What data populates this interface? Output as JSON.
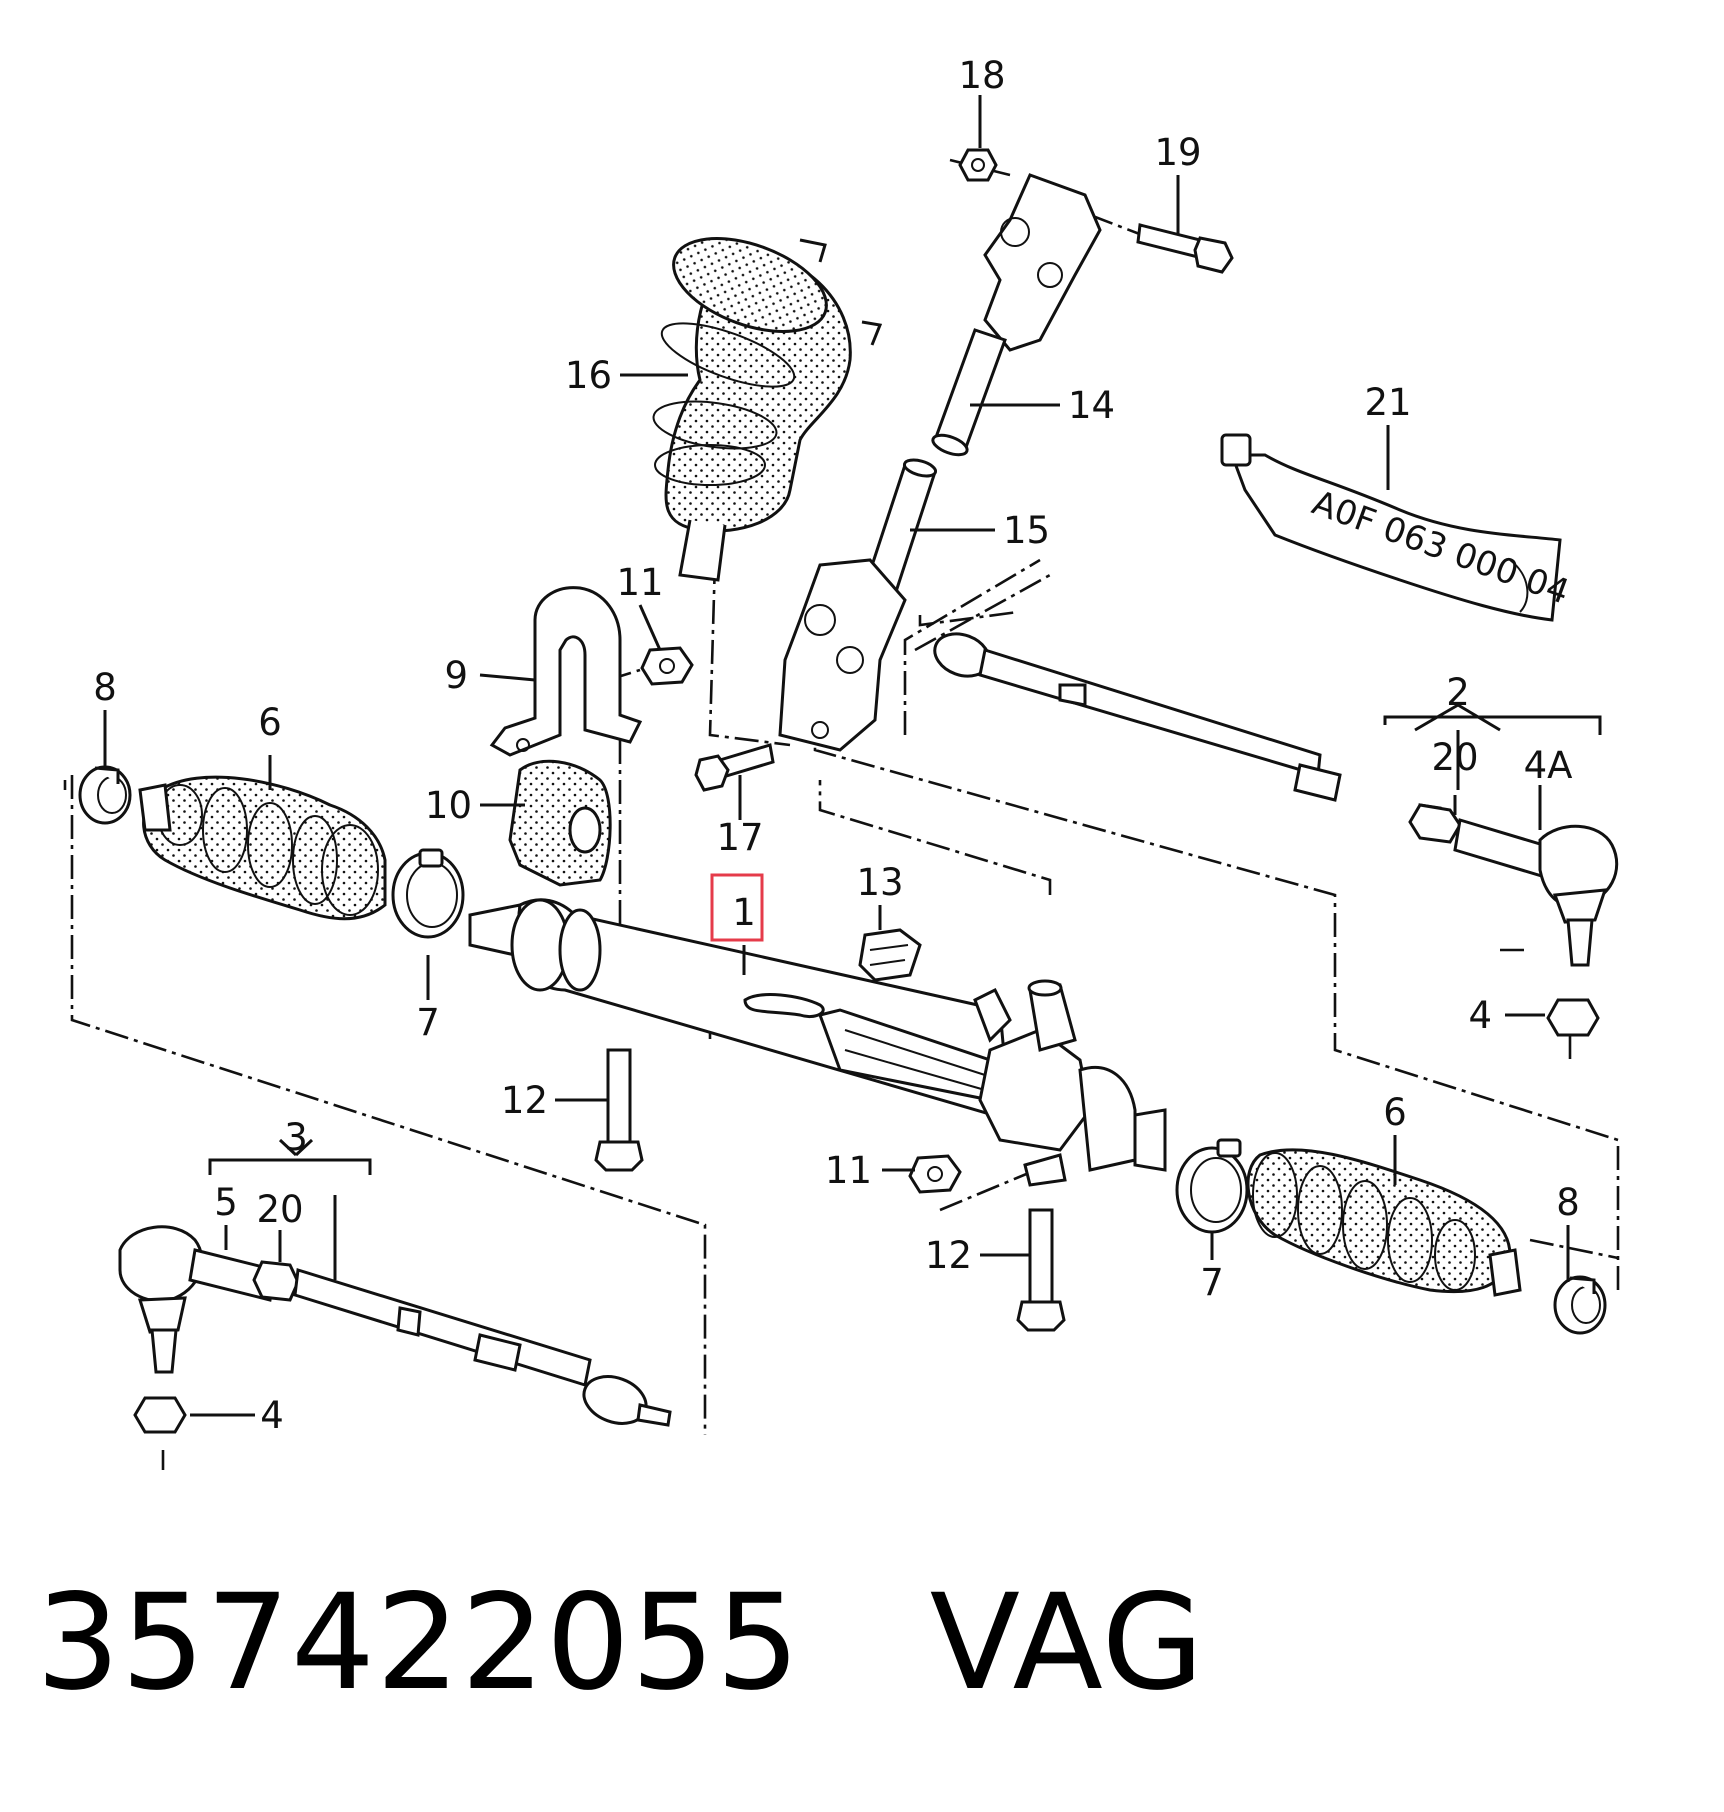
{
  "labels": {
    "p1": "1",
    "p2": "2",
    "p3": "3",
    "p4_right": "4",
    "p4_left": "4",
    "p4a": "4A",
    "p5": "5",
    "p6_left": "6",
    "p6_right": "6",
    "p7_left": "7",
    "p7_right": "7",
    "p8_left": "8",
    "p8_right": "8",
    "p9": "9",
    "p10": "10",
    "p11_top": "11",
    "p11_bottom": "11",
    "p12_left": "12",
    "p12_right": "12",
    "p13": "13",
    "p14": "14",
    "p15": "15",
    "p16": "16",
    "p17": "17",
    "p18": "18",
    "p19": "19",
    "p20_right": "20",
    "p20_left": "20",
    "p21": "21"
  },
  "tube_text": "A0F 063 000 04",
  "caption": {
    "part_number": "357422055",
    "brand": "VAG"
  },
  "colors": {
    "highlight": "#e53b4a",
    "ink": "#111111"
  }
}
